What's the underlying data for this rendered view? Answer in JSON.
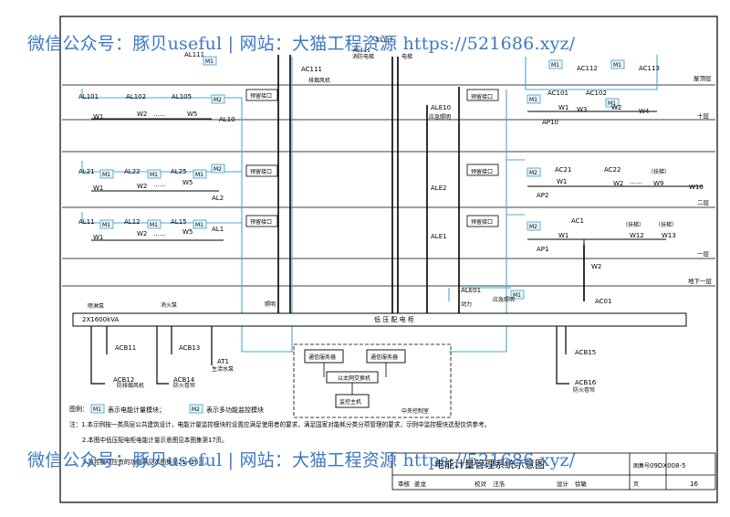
{
  "watermark": "微信公众号：豚贝useful | 网站：大猫工程资源 https://521686.xyz/",
  "watermark2": "微信公众号：豚贝useful | 网站：大猫工程资源 https://521686.xyz/",
  "title": "电能计量管理系统示意图",
  "atlas_no": "09DX008-5",
  "page": "16",
  "atlas_label": "图集号",
  "page_label": "页",
  "floors": {
    "roof": "屋顶层",
    "f10": "十层",
    "f2": "二层",
    "f1": "一层",
    "b1": "地下一层"
  },
  "transformer": "2X1600kVA",
  "lv_bus": "低 压 配 电 柜",
  "legend_text": "图例：",
  "legend_m1_desc": "表示电能计量模块；",
  "legend_m2_desc": "表示多功能监控模块",
  "note1": "注：1.本示例按一类高层公共建筑设计，电能计量监控模块的设置应满足使用者的要求，满足国家对能耗分类分项管理的要求，示例中监控模块选型仅供参考。",
  "note2": "2.本图中低压配电柜电能计量示意图见本图集第17页。",
  "note3": "3.监控模块应有的功能详见本图集第21~26页。",
  "labels": {
    "m1": "M1",
    "m2": "M2",
    "reserve_if": "预留接口",
    "comm_server": "通信服务器",
    "eth_switch": "以太网交换机",
    "monitor_host": "监控主机",
    "central_room": "中央控制室",
    "power": "动力",
    "lighting": "照明",
    "emergency_light": "应急照明",
    "fire_pump": "消火泵",
    "spray_pump": "喷淋泵",
    "fan": "排烟风机",
    "elevator": "电梯",
    "fire_elevator": "消防电梯",
    "domestic_pump": "生活水泵",
    "fire_shutter": "防火卷帘",
    "smoke_fan": "防排烟风机",
    "fire_roller": "防火卷帘",
    "spare": "（扶梯）",
    "w1": "W1",
    "w2": "W2",
    "w3": "W3",
    "w4": "W4",
    "w5": "W5",
    "w9": "W9",
    "w10": "W10",
    "w12": "W12",
    "w13": "W13",
    "al101": "AL101",
    "al102": "AL102",
    "al105": "AL105",
    "al10": "AL10",
    "al111": "AL111",
    "al21": "AL21",
    "al22": "AL22",
    "al25": "AL25",
    "al2": "AL2",
    "al11": "AL11",
    "al12": "AL12",
    "al15": "AL15",
    "al1": "AL1",
    "ac111": "AC111",
    "at112": "AT112",
    "ale10": "ALE10",
    "ale2": "ALE2",
    "ale1": "ALE1",
    "ac101": "AC101",
    "ac102": "AC102",
    "ap10": "AP10",
    "ac112": "AC112",
    "ac113": "AC113",
    "ac21": "AC21",
    "ac22": "AC22",
    "ap2": "AP2",
    "ac1": "AC1",
    "ap1": "AP1",
    "ac01": "AC01",
    "ale01": "ALE01",
    "acb11": "ACB11",
    "acb12": "ACB12",
    "acb13": "ACB13",
    "acb14": "ACB14",
    "at1": "AT1",
    "acb15": "ACB15",
    "acb16": "ACB16",
    "dots": "……"
  },
  "titleblock": {
    "review": "审核",
    "review_name": "姜龙",
    "check": "校对",
    "check_name": "汪浩",
    "design": "设计",
    "design_name": "徐敏"
  }
}
